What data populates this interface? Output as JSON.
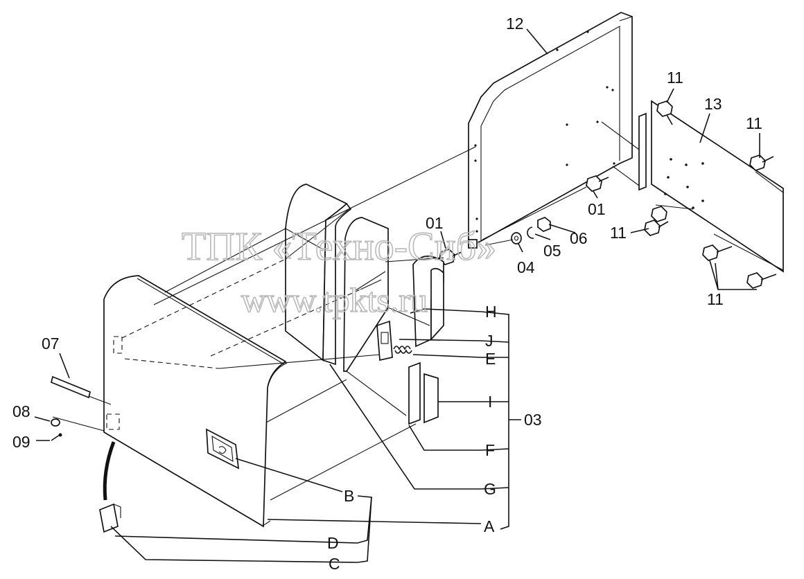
{
  "labels": {
    "p01_top": "01",
    "p01_mid": "01",
    "p03": "03",
    "p04": "04",
    "p05": "05",
    "p06": "06",
    "p07": "07",
    "p08": "08",
    "p09": "09",
    "p11_a": "11",
    "p11_b": "11",
    "p11_c": "11",
    "p11_d": "11",
    "p12": "12",
    "p13": "13",
    "A": "A",
    "B": "B",
    "C": "C",
    "D": "D",
    "E": "E",
    "F": "F",
    "G": "G",
    "H": "H",
    "I": "I",
    "J": "J"
  },
  "watermark": {
    "line1": "ТПК «Техно-Сиб»",
    "line2": "www.tpkts.ru"
  }
}
